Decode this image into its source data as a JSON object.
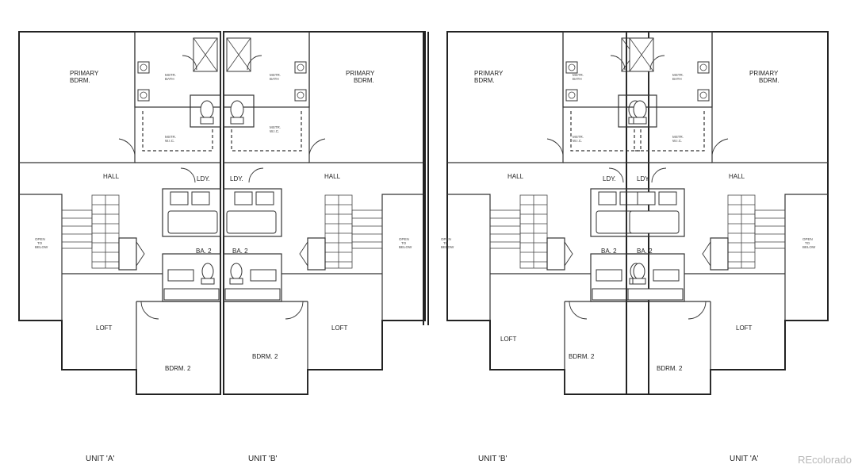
{
  "unit_labels": [
    "UNIT 'A'",
    "UNIT 'B'",
    "UNIT 'B'",
    "UNIT 'A'"
  ],
  "rooms": {
    "primary_bdrm_line1": "PRIMARY",
    "primary_bdrm_line2": "BDRM.",
    "hall": "HALL",
    "ldy": "LDY.",
    "ba2": "BA. 2",
    "loft": "LOFT",
    "bdrm2": "BDRM. 2",
    "open_to_below_line1": "OPEN",
    "open_to_below_line2": "TO",
    "open_to_below_line3": "BELOW",
    "mstr_bath_line1": "MSTR.",
    "mstr_bath_line2": "BATH",
    "mstr_wic_line1": "MSTR.",
    "mstr_wic_line2": "W.I.C."
  },
  "watermark": "REcolorado",
  "colors": {
    "wall": "#222222",
    "background": "#ffffff",
    "watermark": "#b8b8b8"
  }
}
